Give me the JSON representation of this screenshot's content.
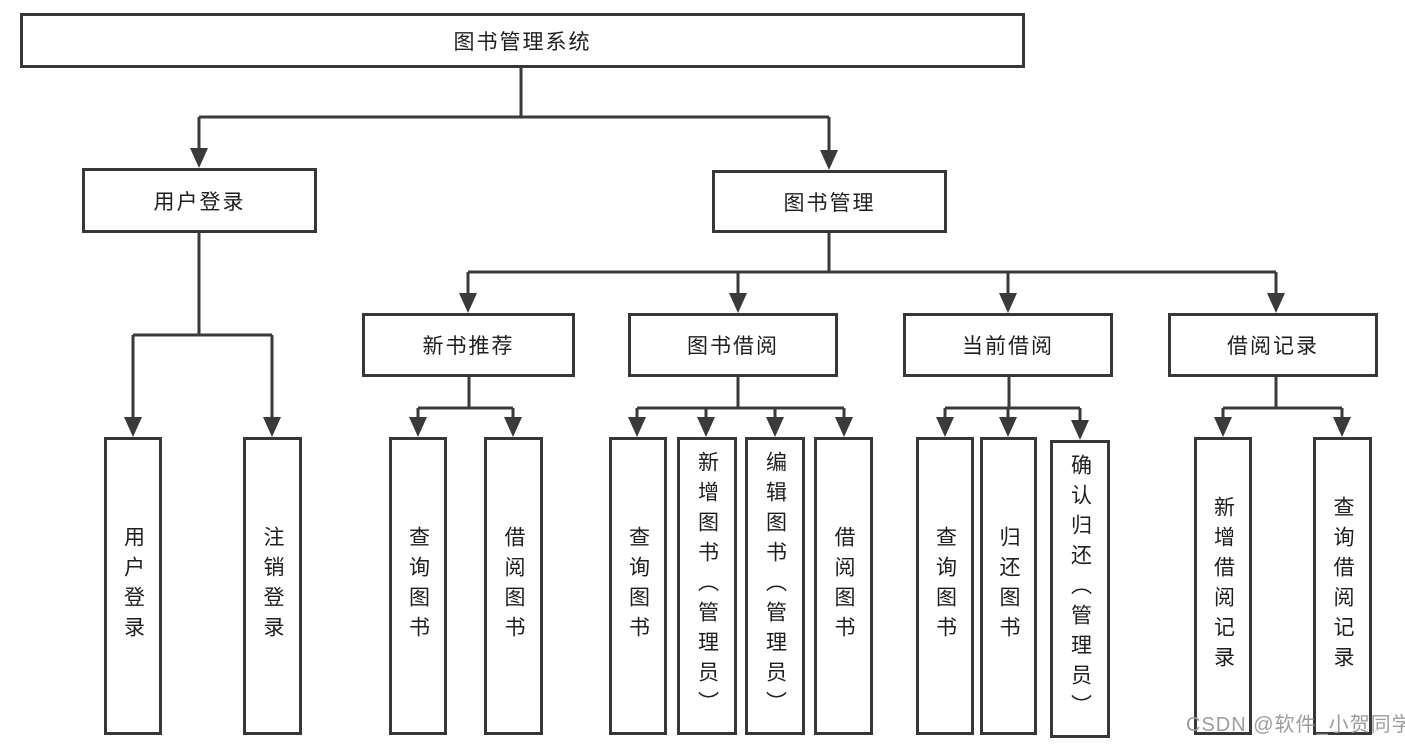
{
  "root": {
    "label": "图书管理系统"
  },
  "branches": [
    {
      "label": "用户登录"
    },
    {
      "label": "图书管理"
    }
  ],
  "modules": [
    {
      "label": "新书推荐"
    },
    {
      "label": "图书借阅"
    },
    {
      "label": "当前借阅"
    },
    {
      "label": "借阅记录"
    }
  ],
  "leaves": [
    {
      "label": "用户登录"
    },
    {
      "label": "注销登录"
    },
    {
      "label": "查询图书"
    },
    {
      "label": "借阅图书"
    },
    {
      "label": "查询图书"
    },
    {
      "label": "新增图书（管理员）"
    },
    {
      "label": "编辑图书（管理员）"
    },
    {
      "label": "借阅图书"
    },
    {
      "label": "查询图书"
    },
    {
      "label": "归还图书"
    },
    {
      "label": "确认归还（管理员）"
    },
    {
      "label": "新增借阅记录"
    },
    {
      "label": "查询借阅记录"
    }
  ],
  "watermark": {
    "text": "CSDN @软件_小贺同学"
  },
  "colors": {
    "line": "#3a3a3a",
    "border": "#373737",
    "text": "#1e1e1e",
    "watermark": "#9d9d9d",
    "background": "#ffffff"
  }
}
